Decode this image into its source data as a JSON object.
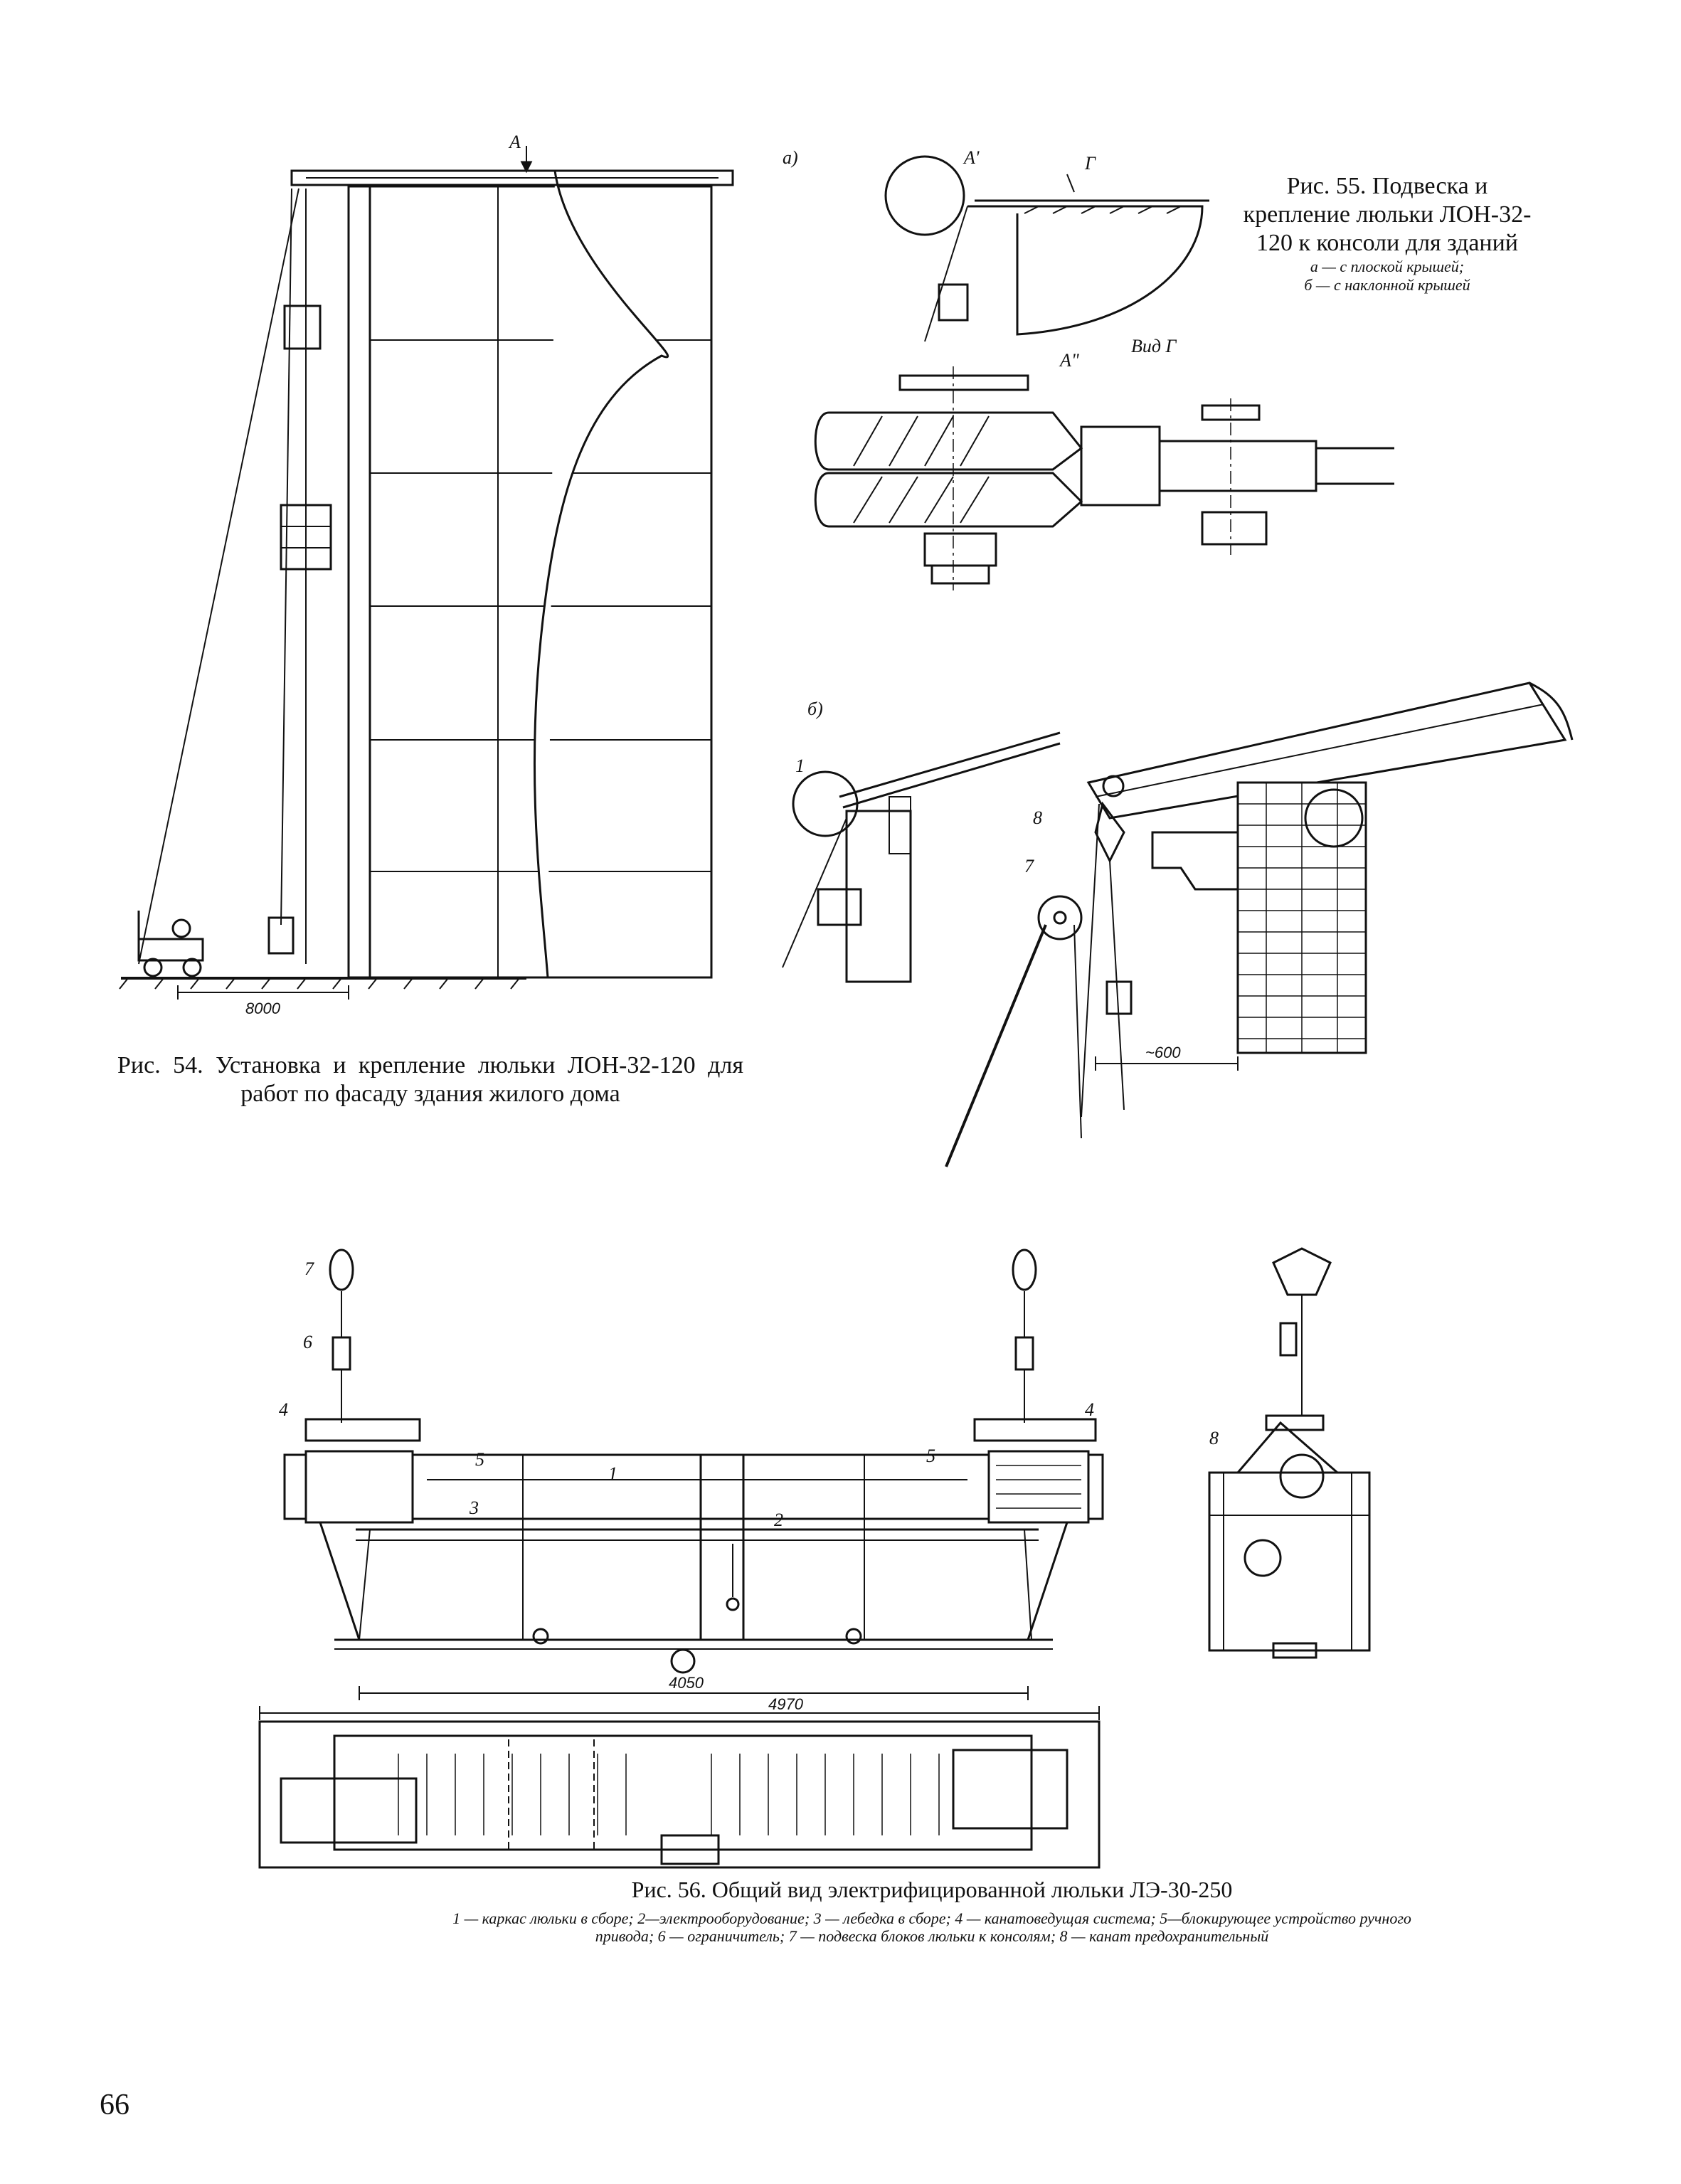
{
  "page_number": "66",
  "figure54": {
    "caption": "Рис. 54. Установка и крепление люльки ЛОН-32-120 для работ по фасаду здания жилого дома",
    "arrow_label": "А",
    "dimension": "8000"
  },
  "figure55": {
    "caption_title": "Рис. 55. Подвеска и крепление люльки ЛОН-32-120 к консоли для зданий",
    "caption_a": "а — с плоской крышей;",
    "caption_b": "б — с наклонной крышей",
    "panel_a": "а)",
    "panel_b": "б)",
    "label_A_top": "А'",
    "label_A_bottom": "А\"",
    "label_G": "Г",
    "label_view": "Вид Г",
    "label_1": "1",
    "label_7": "7",
    "label_8": "8",
    "dimension": "~600"
  },
  "figure56": {
    "caption_title": "Рис. 56. Общий вид электрифицированной люльки ЛЭ-30-250",
    "caption_legend": "1 — каркас люльки в сборе; 2—электрооборудование; 3 — лебедка в сборе; 4 — канатоведущая система; 5—блокирующее устройство ручного привода; 6 — ограничитель; 7 — подвеска блоков люльки к консолям; 8 — канат предохранительный",
    "labels": [
      "7",
      "6",
      "4",
      "5",
      "1",
      "2",
      "3",
      "5",
      "4",
      "8"
    ],
    "dimension_inner": "4050",
    "dimension_outer": "4970"
  }
}
